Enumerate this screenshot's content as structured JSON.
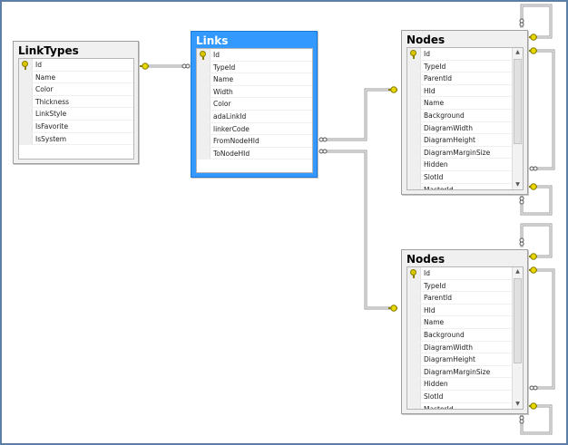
{
  "tables": {
    "linktypes": {
      "title": "LinkTypes",
      "columns": [
        "Id",
        "Name",
        "Color",
        "Thickness",
        "LinkStyle",
        "IsFavorite",
        "IsSystem"
      ],
      "primary_key": "Id"
    },
    "links": {
      "title": "Links",
      "columns": [
        "Id",
        "TypeId",
        "Name",
        "Width",
        "Color",
        "adaLinkId",
        "linkerCode",
        "FromNodeHId",
        "ToNodeHId"
      ],
      "primary_key": "Id",
      "selected": true
    },
    "nodes_top": {
      "title": "Nodes",
      "columns": [
        "Id",
        "TypeId",
        "ParentId",
        "HId",
        "Name",
        "Background",
        "DiagramWidth",
        "DiagramHeight",
        "DiagramMarginSize",
        "Hidden",
        "SlotId",
        "MasterId"
      ],
      "primary_key": "Id"
    },
    "nodes_bottom": {
      "title": "Nodes",
      "columns": [
        "Id",
        "TypeId",
        "ParentId",
        "HId",
        "Name",
        "Background",
        "DiagramWidth",
        "DiagramHeight",
        "DiagramMarginSize",
        "Hidden",
        "SlotId",
        "MasterId"
      ],
      "primary_key": "Id"
    }
  },
  "colors": {
    "selected_table": "#3399ff",
    "key": "#d9c800",
    "relationship_line": "#9a9a9a",
    "frame": "#5b7fa6"
  },
  "icons": {
    "primary_key": "key-icon",
    "one_end": "key-icon",
    "many_end": "infinity-icon",
    "scroll_up": "▲",
    "scroll_down": "▼"
  }
}
